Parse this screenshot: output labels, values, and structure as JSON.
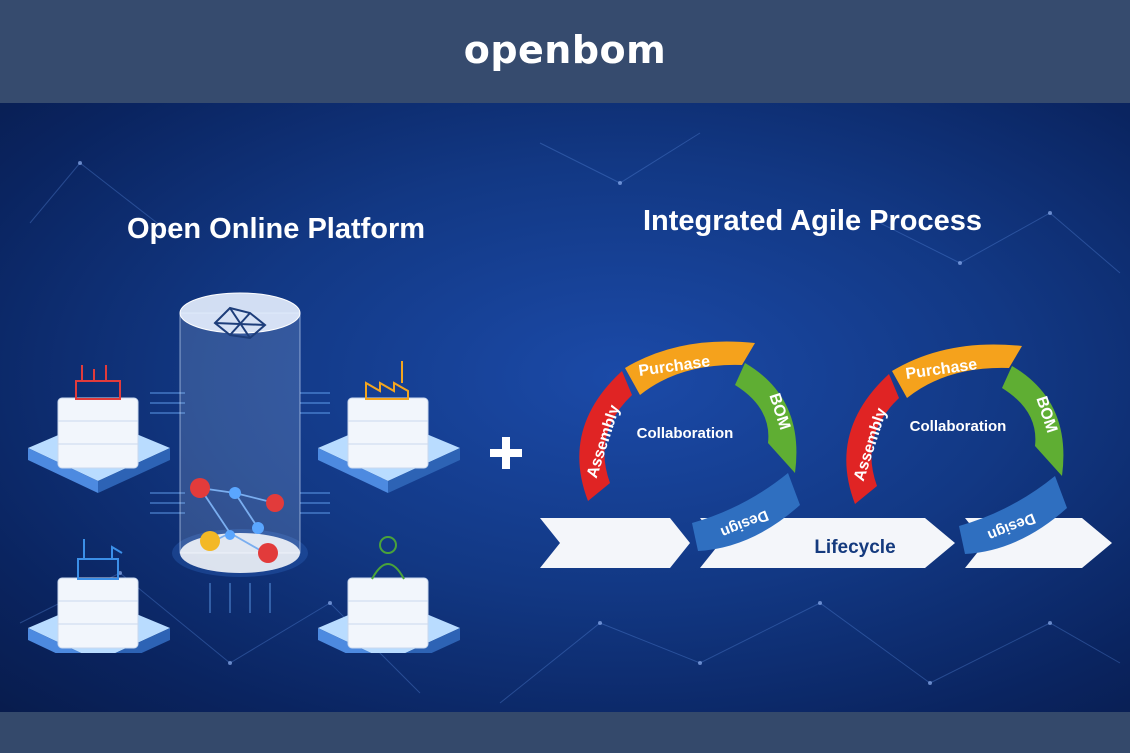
{
  "header": {
    "logo_text": "openbom"
  },
  "left_panel": {
    "title": "Open Online Platform"
  },
  "plus_sign": "+",
  "right_panel": {
    "title": "Integrated Agile Process",
    "cycles": [
      {
        "purchase": "Purchase",
        "bom": "BOM",
        "assembly": "Assembly",
        "design": "Design",
        "center": "Collaboration"
      },
      {
        "purchase": "Purchase",
        "bom": "BOM",
        "assembly": "Assembly",
        "design": "Design",
        "center": "Collaboration"
      }
    ],
    "lifecycle_label": "Lifecycle"
  },
  "colors": {
    "purchase": "#f5a21c",
    "bom": "#5fae33",
    "assembly": "#e02424",
    "design": "#2f6fc0",
    "header": "#364b6e",
    "background": "#123884"
  }
}
